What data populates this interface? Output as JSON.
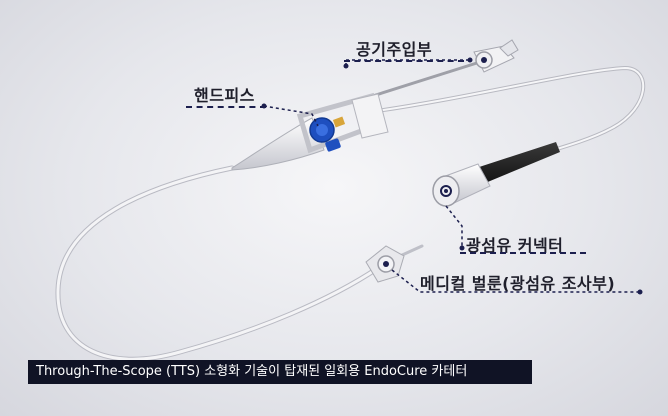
{
  "labels": {
    "air_inlet": "공기주입부",
    "handpiece": "핸드피스",
    "fiber_connector": "광섬유 커넥터",
    "medical_balloon": "메디컬 벌룬(광섬유 조사부)"
  },
  "caption": "Through-The-Scope (TTS) 소형화 기술이 탑재된 일회용 EndoCure 카테터",
  "colors": {
    "accent_navy": "#1c1f4e",
    "catheter": "#f2f2f4",
    "handpiece_blue": "#1e4fbf",
    "caption_bg": "#101325"
  }
}
